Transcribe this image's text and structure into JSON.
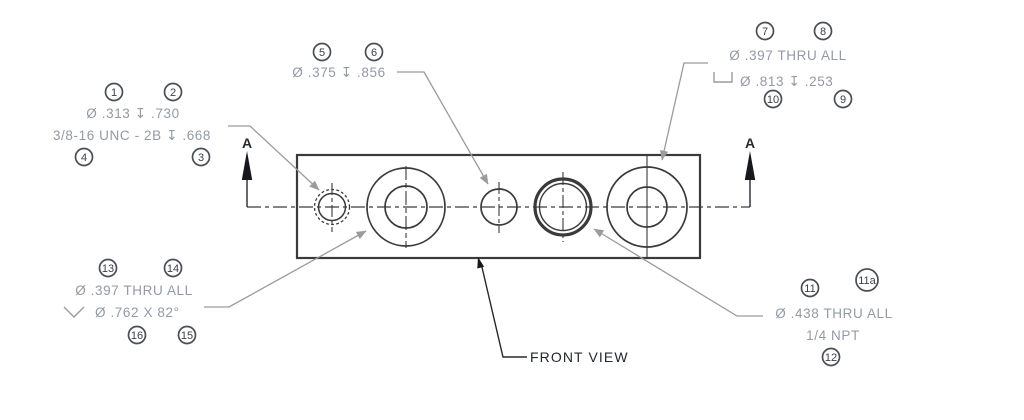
{
  "drawing_title": "FRONT VIEW",
  "colors": {
    "background": "#ffffff",
    "part_line": "#3a3a3a",
    "leader_line": "#9b9b9b",
    "callout_text": "#939aa5",
    "balloon_stroke": "#4a4e56",
    "dark_text": "#23272e"
  },
  "symbols": {
    "diameter": "Ø",
    "depth": "↧",
    "counterbore": "⌴-icon drawn as shape",
    "countersink": "⌵-icon drawn as shape"
  },
  "section": {
    "left_label": "A",
    "right_label": "A"
  },
  "view": {
    "label": "FRONT VIEW"
  },
  "callouts": {
    "threaded": {
      "balloons": {
        "b1": "1",
        "b2": "2",
        "b3": "3",
        "b4": "4"
      },
      "line1": "Ø .313 ↧ .730",
      "line2": "3/8-16 UNC - 2B ↧ .668"
    },
    "drilled": {
      "balloons": {
        "b5": "5",
        "b6": "6"
      },
      "line1": "Ø .375 ↧ .856"
    },
    "counterbored": {
      "balloons": {
        "b7": "7",
        "b8": "8",
        "b9": "9",
        "b10": "10"
      },
      "line1": "Ø .397 THRU ALL",
      "line2": "Ø .813 ↧ .253"
    },
    "countersunk": {
      "balloons": {
        "b13": "13",
        "b14": "14",
        "b15": "15",
        "b16": "16"
      },
      "line1": "Ø .397 THRU ALL",
      "line2": "Ø .762 X 82°"
    },
    "pipe_tap": {
      "balloons": {
        "b11": "11",
        "b11a": "11a",
        "b12": "12"
      },
      "line1": "Ø .438 THRU ALL",
      "line2": "1/4 NPT"
    }
  }
}
